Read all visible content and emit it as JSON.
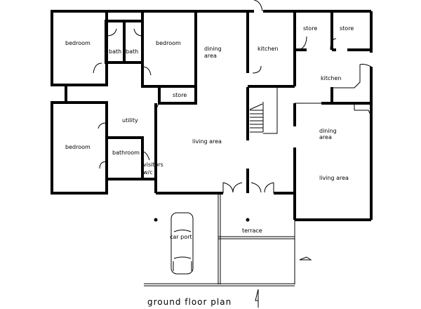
{
  "title": "ground floor plan",
  "rooms": {
    "bedroom_1": "bedroom",
    "bath_1": "bath",
    "bath_2": "bath",
    "bedroom_2": "bedroom",
    "store_1": "store",
    "utility": "utility",
    "bedroom_3": "bedroom",
    "bathroom": "bathroom",
    "visitors_wc_1": "visitors",
    "visitors_wc_2": "w/c",
    "dining_left_1": "dining",
    "dining_left_2": "area",
    "living_left": "living area",
    "kitchen_1": "kitchen",
    "store_2": "store",
    "store_3": "store",
    "kitchen_2": "kitchen",
    "dining_right_1": "dining",
    "dining_right_2": "area",
    "living_right": "living area",
    "terrace": "terrace",
    "car_port": "car port"
  }
}
